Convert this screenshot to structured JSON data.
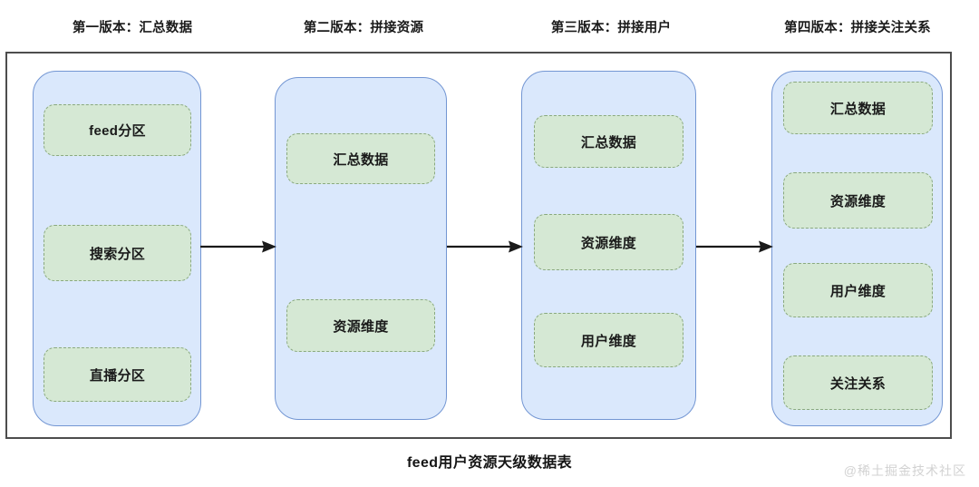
{
  "diagram": {
    "caption": "feed用户资源天级数据表",
    "watermark": "@稀土掘金技术社区",
    "colors": {
      "column_fill": "#dae8fc",
      "column_stroke": "#7396d3",
      "item_fill": "#d5e8d4",
      "item_stroke": "#8aa97f",
      "frame_stroke": "#4d4d4d",
      "arrow_stroke": "#1a1a1a",
      "text": "#1a1a1a",
      "watermark": "#d2d2d2"
    },
    "columns": [
      {
        "title": "第一版本：汇总数据",
        "items": [
          "feed分区",
          "搜索分区",
          "直播分区"
        ]
      },
      {
        "title": "第二版本：拼接资源",
        "items": [
          "汇总数据",
          "资源维度"
        ]
      },
      {
        "title": "第三版本：拼接用户",
        "items": [
          "汇总数据",
          "资源维度",
          "用户维度"
        ]
      },
      {
        "title": "第四版本：拼接关注关系",
        "items": [
          "汇总数据",
          "资源维度",
          "用户维度",
          "关注关系"
        ]
      }
    ],
    "arrows": [
      {
        "from": "第一版本：汇总数据",
        "to": "第二版本：拼接资源",
        "label": ""
      },
      {
        "from": "第二版本：拼接资源",
        "to": "第三版本：拼接用户",
        "label": ""
      },
      {
        "from": "第三版本：拼接用户",
        "to": "第四版本：拼接关注关系",
        "label": ""
      }
    ]
  }
}
